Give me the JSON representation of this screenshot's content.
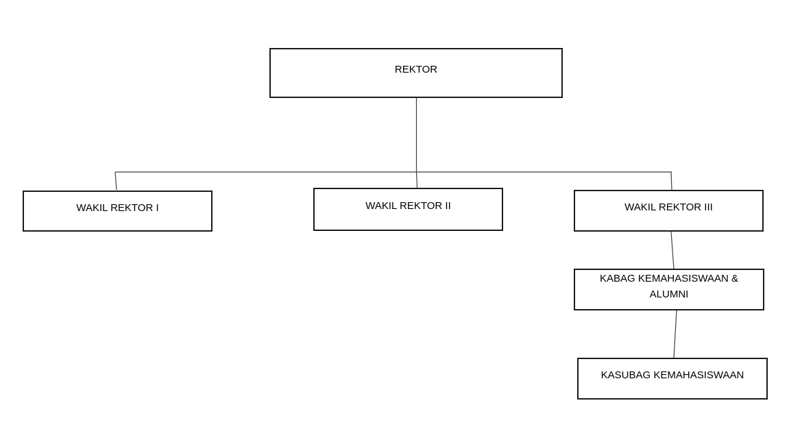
{
  "chart": {
    "type": "org-chart",
    "nodes": [
      {
        "id": "rektor",
        "label": "REKTOR"
      },
      {
        "id": "wakil-rektor-i",
        "label": "WAKIL REKTOR I"
      },
      {
        "id": "wakil-rektor-ii",
        "label": "WAKIL REKTOR II"
      },
      {
        "id": "wakil-rektor-iii",
        "label": "WAKIL REKTOR III"
      },
      {
        "id": "kabag-kemahasiswaan-alumni",
        "label": "KABAG KEMAHASISWAAN & ALUMNI"
      },
      {
        "id": "kasubag-kemahasiswaan",
        "label": "KASUBAG KEMAHASISWAAN"
      }
    ],
    "edges": [
      {
        "from": "rektor",
        "to": "wakil-rektor-i"
      },
      {
        "from": "rektor",
        "to": "wakil-rektor-ii"
      },
      {
        "from": "rektor",
        "to": "wakil-rektor-iii"
      },
      {
        "from": "wakil-rektor-iii",
        "to": "kabag-kemahasiswaan-alumni"
      },
      {
        "from": "kabag-kemahasiswaan-alumni",
        "to": "kasubag-kemahasiswaan"
      }
    ],
    "colors": {
      "background": "#ffffff",
      "box_fill": "#ffffff",
      "box_border": "#1a1a1a",
      "connector": "#3f3f3f",
      "text": "#000000"
    }
  }
}
